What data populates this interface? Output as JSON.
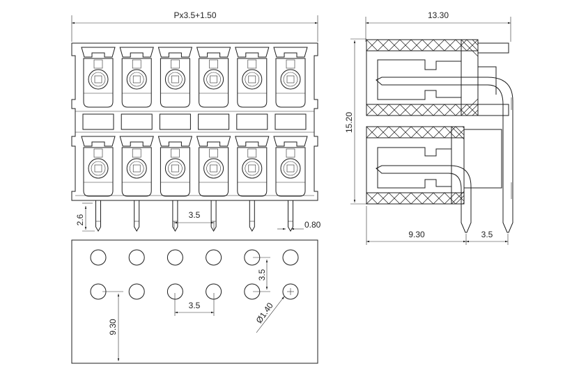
{
  "front_view": {
    "width_label": "Px3.5+1.50",
    "pin_length_label": "2.6",
    "pitch_label": "3.5",
    "pin_size_label": "0.80",
    "positions": 6
  },
  "side_view": {
    "depth_label": "13.30",
    "height_label": "15.20",
    "pin_offset_label": "9.30",
    "row_pitch_label": "3.5"
  },
  "pcb_layout": {
    "row_pitch_label": "3.5",
    "col_pitch_label": "3.5",
    "offset_label": "9.30",
    "hole_label": "Ø1.40",
    "columns": 6,
    "rows": 2
  },
  "colors": {
    "line": "#1c1c1c",
    "background": "#ffffff"
  }
}
